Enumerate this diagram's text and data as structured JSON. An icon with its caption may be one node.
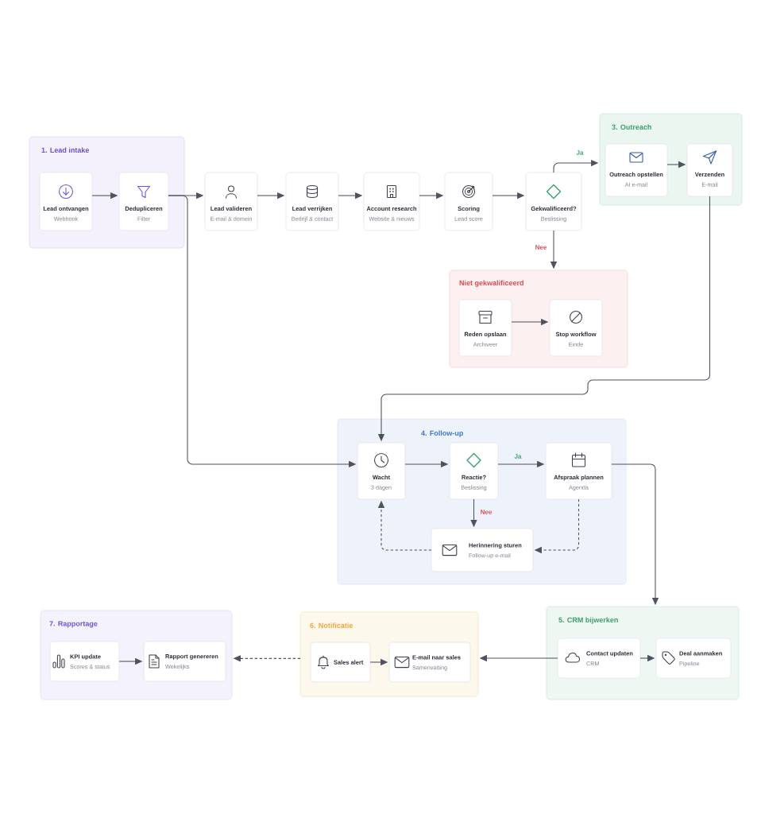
{
  "diagram": {
    "nodes": [
      {
        "text": [
          "1. Lead intake"
        ]
      },
      {
        "text": [
          "Lead ontvangen",
          "Webhook"
        ],
        "in": 0
      },
      {
        "text": [
          "Dedupliceren",
          "Filter"
        ],
        "in": 0
      },
      {
        "text": [
          "Lead valideren",
          "E-mail & domein"
        ]
      },
      {
        "text": [
          "Lead verrijken",
          "Bedrijf & contact"
        ]
      },
      {
        "text": [
          "Account research",
          "Website & nieuws"
        ]
      },
      {
        "text": [
          "Scoring",
          "Lead score"
        ]
      },
      {
        "text": [
          "Gekwalificeerd?",
          "Beslissing"
        ]
      },
      {
        "text": [
          "3. Outreach"
        ]
      },
      {
        "text": [
          "Outreach opstellen",
          "AI e-mail"
        ],
        "in": 8
      },
      {
        "text": [
          "Verzenden",
          "E-mail"
        ],
        "in": 8
      },
      {
        "text": [
          "Niet gekwalificeerd"
        ]
      },
      {
        "text": [
          "Reden opslaan",
          "Archiveer"
        ],
        "in": 11
      },
      {
        "text": [
          "Stop workflow",
          "Einde"
        ],
        "in": 11
      },
      {
        "text": [
          "4. Follow-up"
        ]
      },
      {
        "text": [
          "Wacht",
          "3 dagen"
        ],
        "in": 14
      },
      {
        "text": [
          "Reactie?",
          "Beslissing"
        ],
        "in": 14
      },
      {
        "text": [
          "Afspraak plannen",
          "Agenda"
        ],
        "in": 14
      },
      {
        "text": [
          "Herinnering sturen",
          "Follow-up e-mail"
        ],
        "in": 14
      },
      {
        "text": [
          "7. Rapportage"
        ]
      },
      {
        "text": [
          "KPI update",
          "Scores & status"
        ],
        "in": 19
      },
      {
        "text": [
          "Rapport genereren",
          "Wekelijks"
        ],
        "in": 19
      },
      {
        "text": [
          "6. Notificatie"
        ]
      },
      {
        "text": [
          "Sales alert"
        ],
        "in": 22
      },
      {
        "text": [
          "E-mail naar sales",
          "Samenvatting"
        ],
        "in": 22
      },
      {
        "text": [
          "5. CRM bijwerken"
        ]
      },
      {
        "text": [
          "Contact updaten",
          "CRM"
        ],
        "in": 25
      },
      {
        "text": [
          "Deal aanmaken",
          "Pipeline"
        ],
        "in": 25
      }
    ],
    "edges": [
      {
        "from": 1,
        "to": 2,
        "arrow": "to"
      },
      {
        "from": 2,
        "to": 3,
        "arrow": "to"
      },
      {
        "from": 2,
        "to": 15,
        "arrow": "to"
      },
      {
        "from": 3,
        "to": 4,
        "arrow": "to"
      },
      {
        "from": 4,
        "to": 5,
        "arrow": "to"
      },
      {
        "from": 5,
        "to": 6,
        "arrow": "to"
      },
      {
        "from": 6,
        "to": 7,
        "arrow": "to"
      },
      {
        "from": 7,
        "to": 8,
        "arrow": "to",
        "label": "Ja"
      },
      {
        "from": 7,
        "to": 11,
        "arrow": "to",
        "label": "Nee"
      },
      {
        "from": 9,
        "to": 10,
        "arrow": "to"
      },
      {
        "from": 12,
        "to": 13,
        "arrow": "to"
      },
      {
        "from": 10,
        "to": 15,
        "arrow": "to"
      },
      {
        "from": 15,
        "to": 16,
        "arrow": "to"
      },
      {
        "from": 16,
        "to": 17,
        "arrow": "to",
        "label": "Ja"
      },
      {
        "from": 16,
        "to": 18,
        "arrow": "to",
        "label": "Nee"
      },
      {
        "from": 17,
        "to": 18,
        "arrow": "to",
        "style": "dashed"
      },
      {
        "from": 18,
        "to": 15,
        "arrow": "to",
        "style": "dashed"
      },
      {
        "from": 17,
        "to": 25,
        "arrow": "to"
      },
      {
        "from": 26,
        "to": 27,
        "arrow": "to"
      },
      {
        "from": 26,
        "to": 22,
        "arrow": "to"
      },
      {
        "from": 22,
        "to": 19,
        "arrow": "to",
        "style": "dashed"
      },
      {
        "from": 20,
        "to": 21,
        "arrow": "to"
      },
      {
        "from": 23,
        "to": 24,
        "arrow": "to"
      }
    ]
  }
}
